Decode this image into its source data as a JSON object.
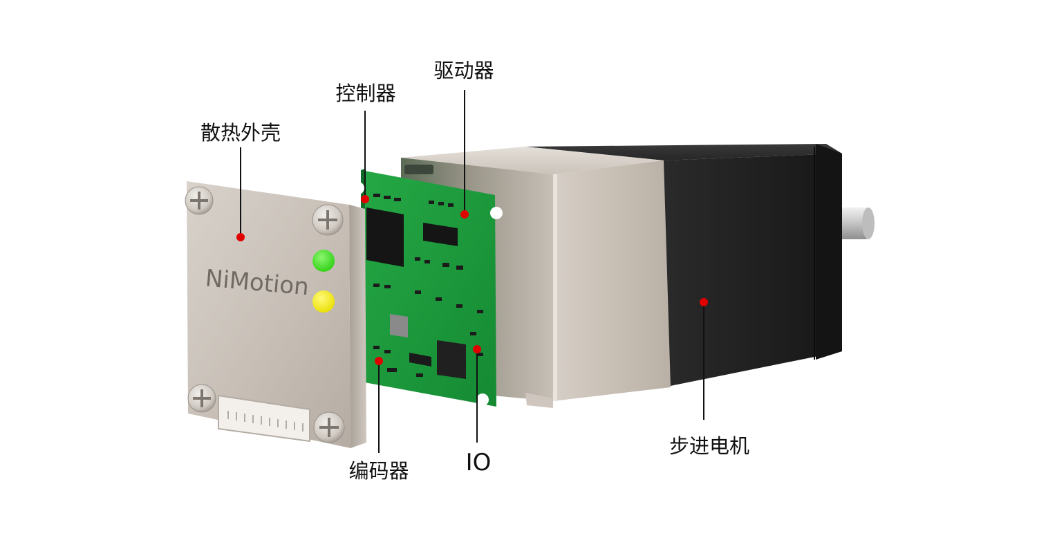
{
  "diagram": {
    "brand_logo": "NiMotion",
    "callouts": [
      {
        "id": "heatsink_shell",
        "label": "散热外壳"
      },
      {
        "id": "controller",
        "label": "控制器"
      },
      {
        "id": "driver",
        "label": "驱动器"
      },
      {
        "id": "encoder",
        "label": "编码器"
      },
      {
        "id": "io",
        "label": "IO"
      },
      {
        "id": "stepper_motor",
        "label": "步进电机"
      }
    ],
    "colors": {
      "callout_dot": "#e00000",
      "leader_line": "#111111",
      "pcb_green": "#1f9a3a",
      "housing_metal": "#c9c1b8",
      "motor_body": "#1e1e1e",
      "led_green": "#3bdc1c",
      "led_yellow": "#f2ea00"
    }
  }
}
